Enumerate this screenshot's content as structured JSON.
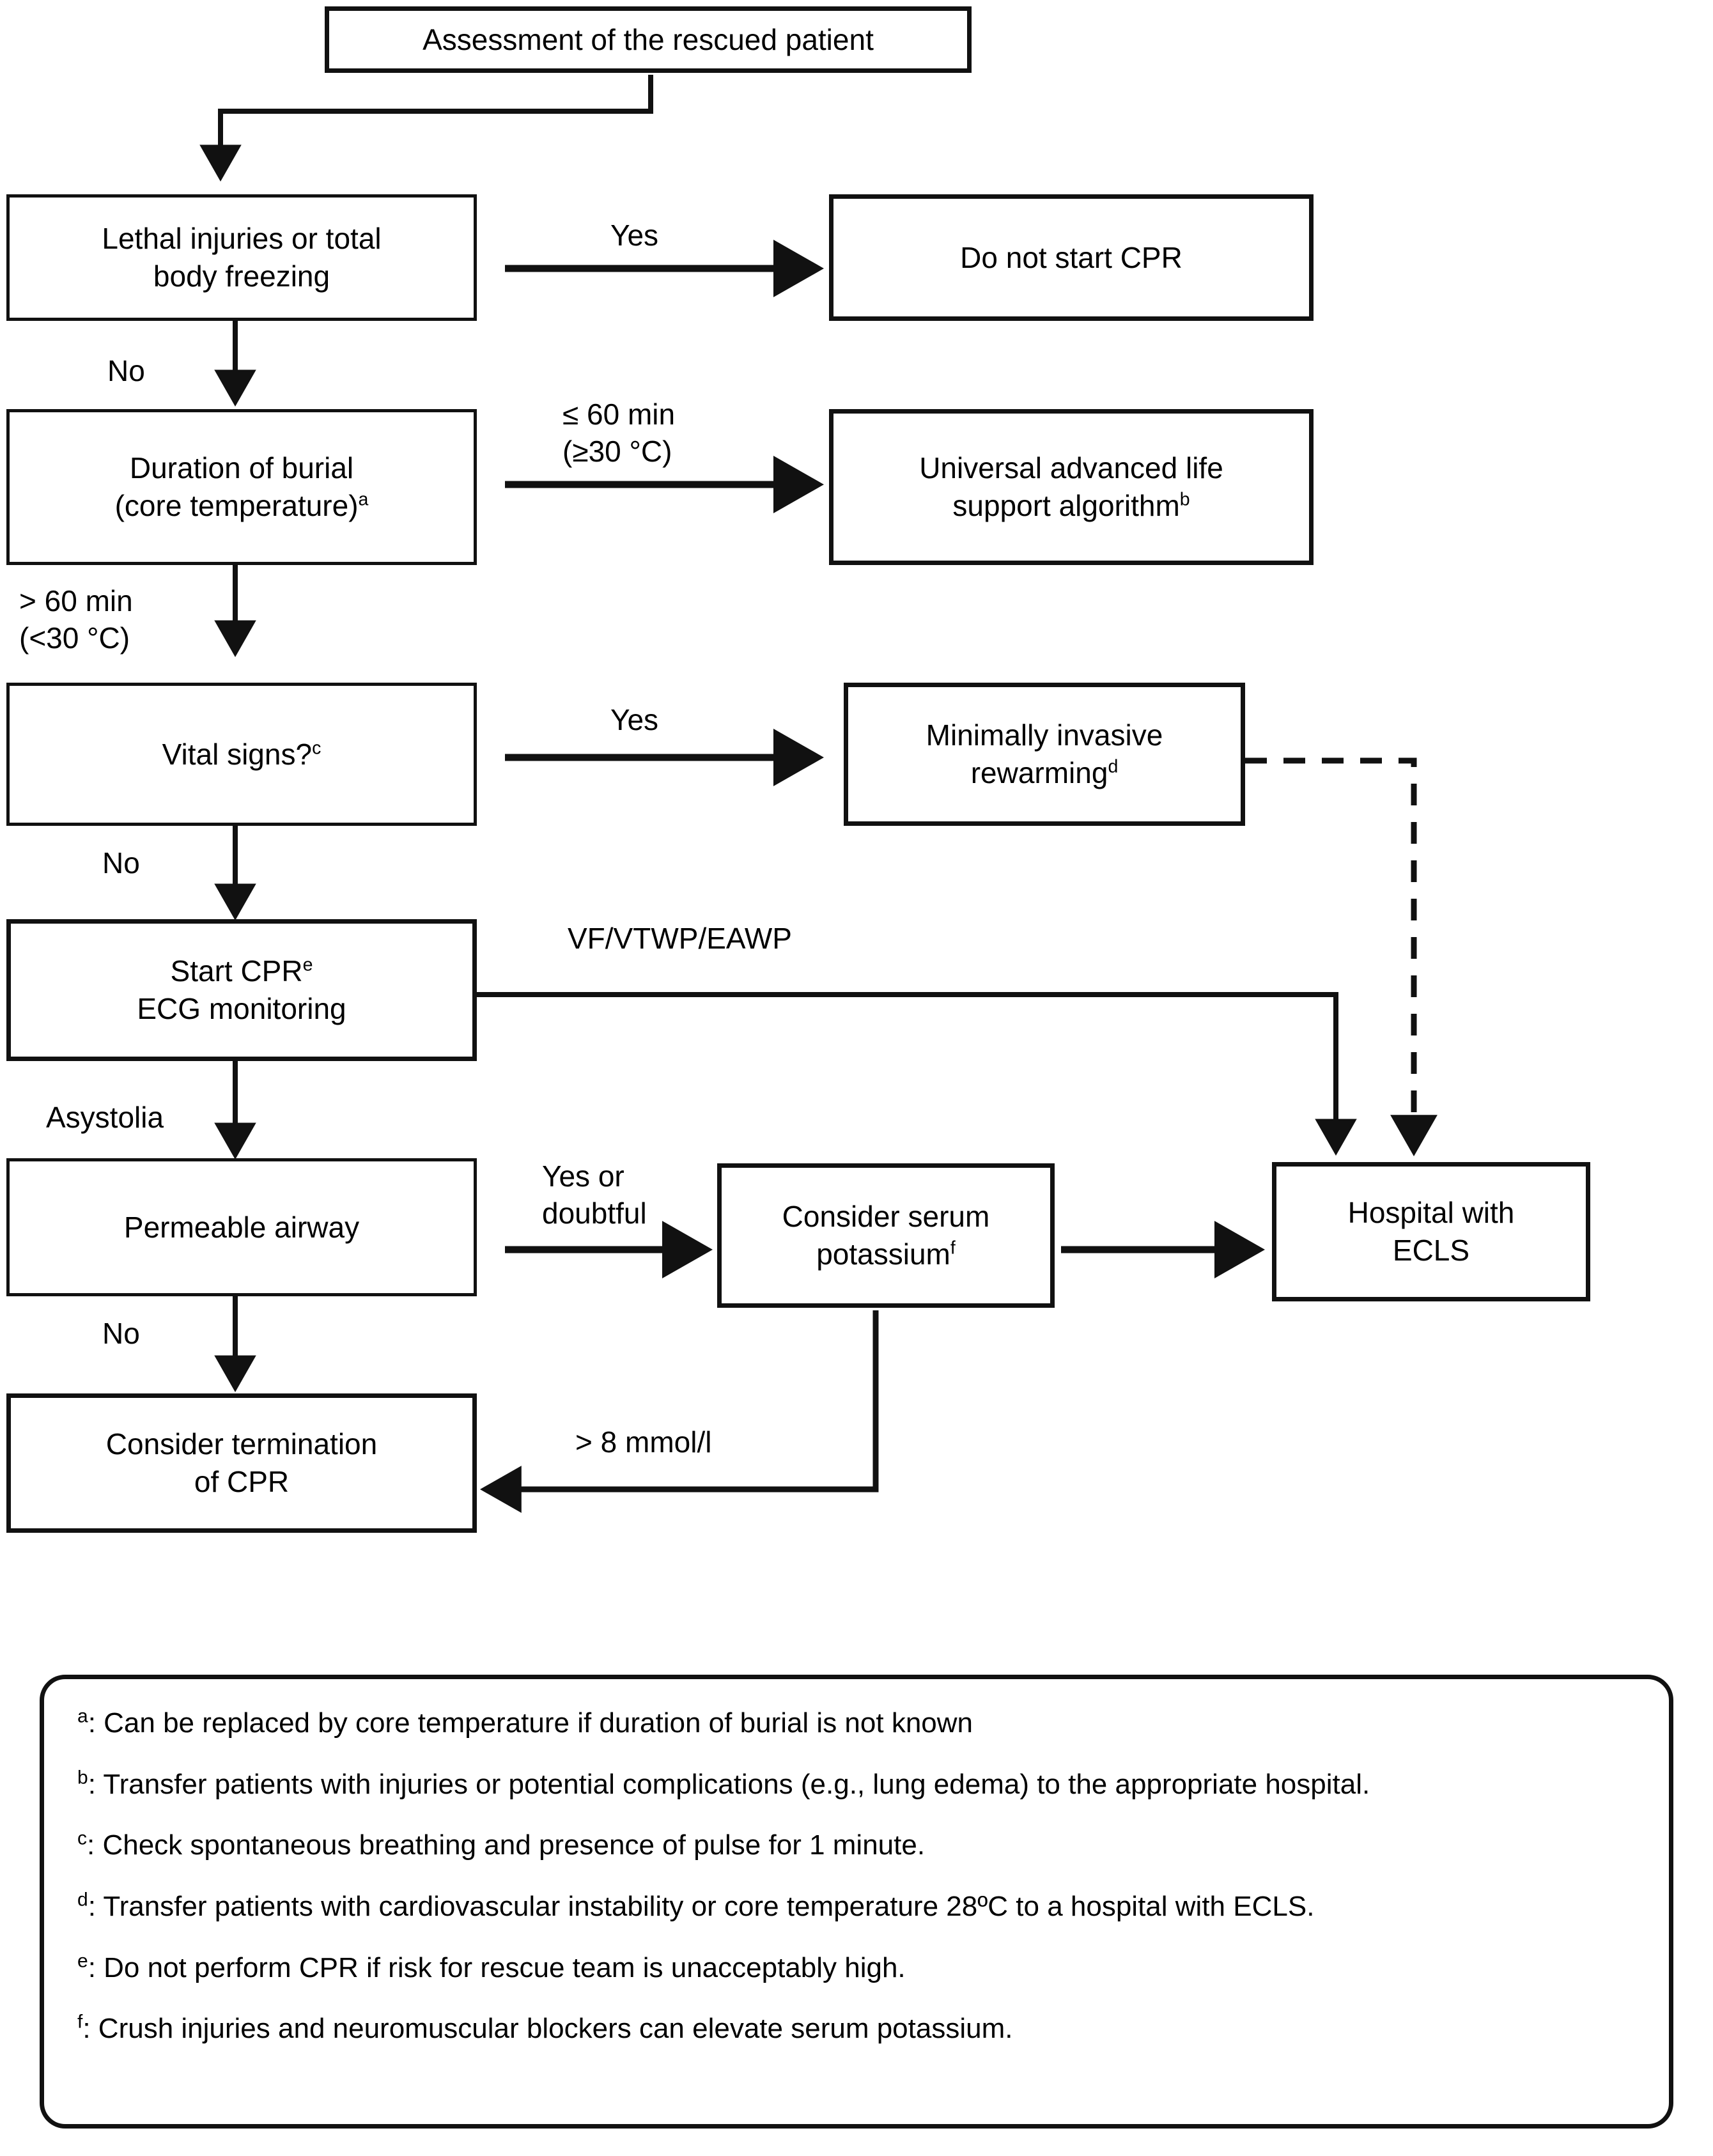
{
  "title": "Assessment of the rescued patient algorithm",
  "nodes": {
    "assessment": "Assessment of the rescued patient",
    "lethal": "Lethal injuries or total\nbody freezing",
    "no_cpr": "Do not start CPR",
    "duration": "Duration of burial\n(core temperature)",
    "duration_sup": "a",
    "universal": "Universal advanced life\nsupport algorithm",
    "universal_sup": "b",
    "vital": "Vital signs?",
    "vital_sup": "c",
    "rewarming": "Minimally invasive\nrewarming",
    "rewarming_sup": "d",
    "startcpr": "Start CPR",
    "startcpr_sup": "e",
    "startcpr_line2": "ECG monitoring",
    "airway": "Permeable airway",
    "potassium": "Consider serum\npotassium",
    "potassium_sup": "f",
    "hospital": "Hospital with\nECLS",
    "terminate": "Consider termination\nof CPR"
  },
  "edge_labels": {
    "yes_lethal": "Yes",
    "no_lethal": "No",
    "le60": "≤ 60 min\n(≥30 °C)",
    "gt60": "> 60 min\n(<30 °C)",
    "yes_vital": "Yes",
    "no_vital": "No",
    "vfvtwp": "VF/VTWP/EAWP",
    "asystolia": "Asystolia",
    "yes_doubtful": "Yes or\ndoubtful",
    "no_airway": "No",
    "mmol": "> 8 mmol/l"
  },
  "footnotes": [
    {
      "mark": "a",
      "text": ": Can be replaced by core temperature if duration of burial is not known"
    },
    {
      "mark": "b",
      "text": ": Transfer patients with injuries or potential complications (e.g., lung edema) to the appropriate hospital."
    },
    {
      "mark": "c",
      "text": ": Check spontaneous breathing and presence of pulse for 1 minute."
    },
    {
      "mark": "d",
      "text": ": Transfer patients with cardiovascular instability or core temperature 28ºC to a hospital with ECLS."
    },
    {
      "mark": "e",
      "text": ": Do not perform CPR if risk for rescue team is unacceptably high."
    },
    {
      "mark": "f",
      "text": ": Crush injuries and neuromuscular blockers can elevate serum potassium."
    }
  ],
  "colors": {
    "line": "#111111",
    "background": "#ffffff",
    "text": "#000000"
  }
}
